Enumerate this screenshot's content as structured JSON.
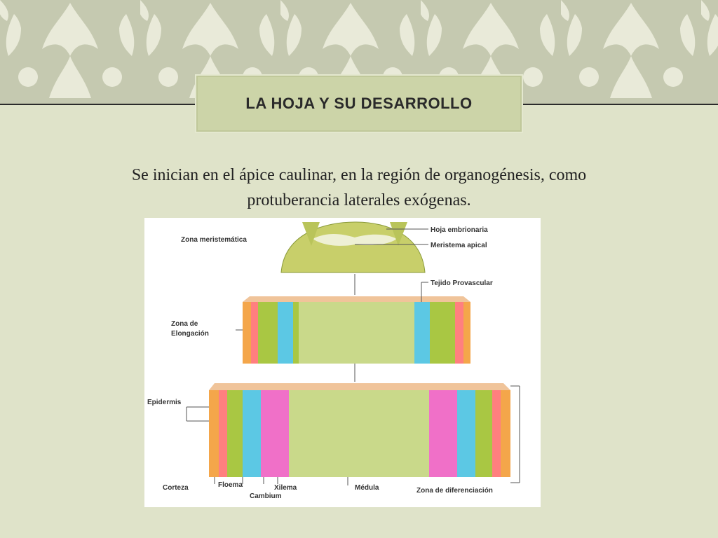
{
  "slide": {
    "title": "LA HOJA Y SU DESARROLLO",
    "body_line1": "Se inician en el ápice caulinar, en la región de organogénesis, como",
    "body_line2": "protuberancia laterales exógenas."
  },
  "figure": {
    "labels": {
      "zona_meristematica": "Zona meristemática",
      "hoja_embrionaria": "Hoja embrionaria",
      "meristema_apical": "Meristema apical",
      "tejido_provascular": "Tejido Provascular",
      "zona_de": "Zona de",
      "elongacion": "Elongación",
      "epidermis": "Epidermis",
      "corteza": "Corteza",
      "floema": "Floema",
      "xilema": "Xilema",
      "cambium": "Cambium",
      "medula": "Médula",
      "zona_diferenciacion": "Zona de diferenciación"
    }
  },
  "colors": {
    "background": "#dfe3c9",
    "damask": "#c5c9b0",
    "title_box": "#ccd4a8",
    "epidermis_orange": "#f4a64a",
    "cortex_green": "#a9c743",
    "phloem_blue": "#5cc8e4",
    "cambium_magenta": "#f070c8",
    "pith_green": "#c9d98a"
  }
}
